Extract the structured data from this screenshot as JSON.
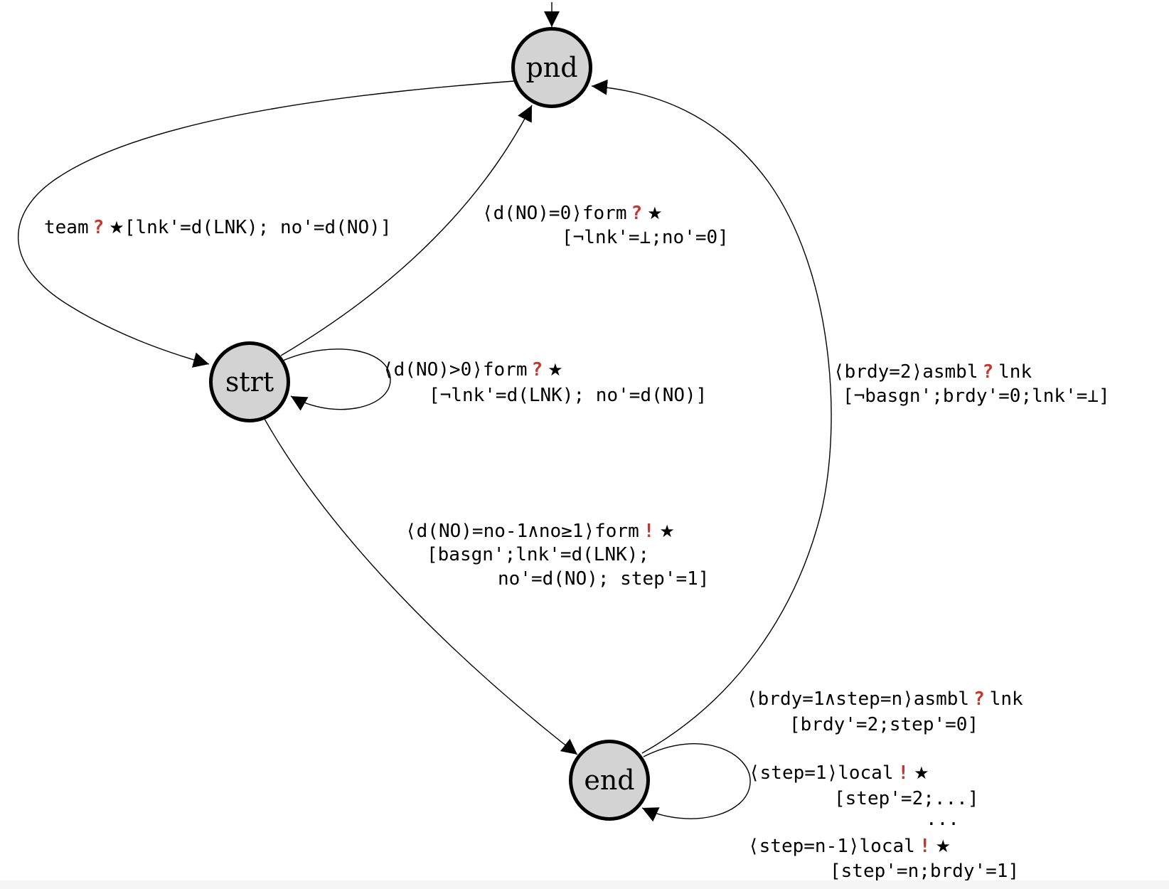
{
  "states": [
    {
      "id": "pnd",
      "label": "pnd"
    },
    {
      "id": "strt",
      "label": "strt"
    },
    {
      "id": "end",
      "label": "end"
    }
  ],
  "colors": {
    "bg": "#ffffff",
    "node_fill": "#d3d3d3",
    "node_stroke": "#000000",
    "edge": "#000000",
    "red": "#c9352b",
    "text": "#000000",
    "bottom_bar": "#f5f5f6"
  },
  "labels": {
    "team": {
      "pre": "team",
      "op": "?",
      "star": "★",
      "post": "[lnk'=d(LNK); no'=d(NO)]"
    },
    "form_up": {
      "l1pre": "⟨d(NO)=0⟩form",
      "op": "?",
      "star": "★",
      "l2": "[¬lnk'=⊥;no'=0]"
    },
    "form_self": {
      "l1pre": "⟨d(NO)>0⟩form",
      "op": "?",
      "star": "★",
      "l2": "[¬lnk'=d(LNK); no'=d(NO)]"
    },
    "asmbl_up": {
      "l1pre": "⟨brdy=2⟩asmbl",
      "op": "?",
      "l1post": "lnk",
      "l2": "[¬basgn';brdy'=0;lnk'=⊥]"
    },
    "form_down": {
      "l1pre": "⟨d(NO)=no-1∧no≥1⟩form",
      "op": "!",
      "star": "★",
      "l2": "[basgn';lnk'=d(LNK);",
      "l3": "no'=d(NO); step'=1]"
    },
    "asmbl_loop": {
      "l1pre": "⟨brdy=1∧step=n⟩asmbl",
      "op": "?",
      "l1post": "lnk",
      "l2": "[brdy'=2;step'=0]"
    },
    "local_1": {
      "l1pre": "⟨step=1⟩local",
      "op": "!",
      "star": "★",
      "l2": "[step'=2;...]"
    },
    "dots": {
      "text": "..."
    },
    "local_n": {
      "l1pre": "⟨step=n-1⟩local",
      "op": "!",
      "star": "★",
      "l2": "[step'=n;brdy'=1]"
    }
  }
}
